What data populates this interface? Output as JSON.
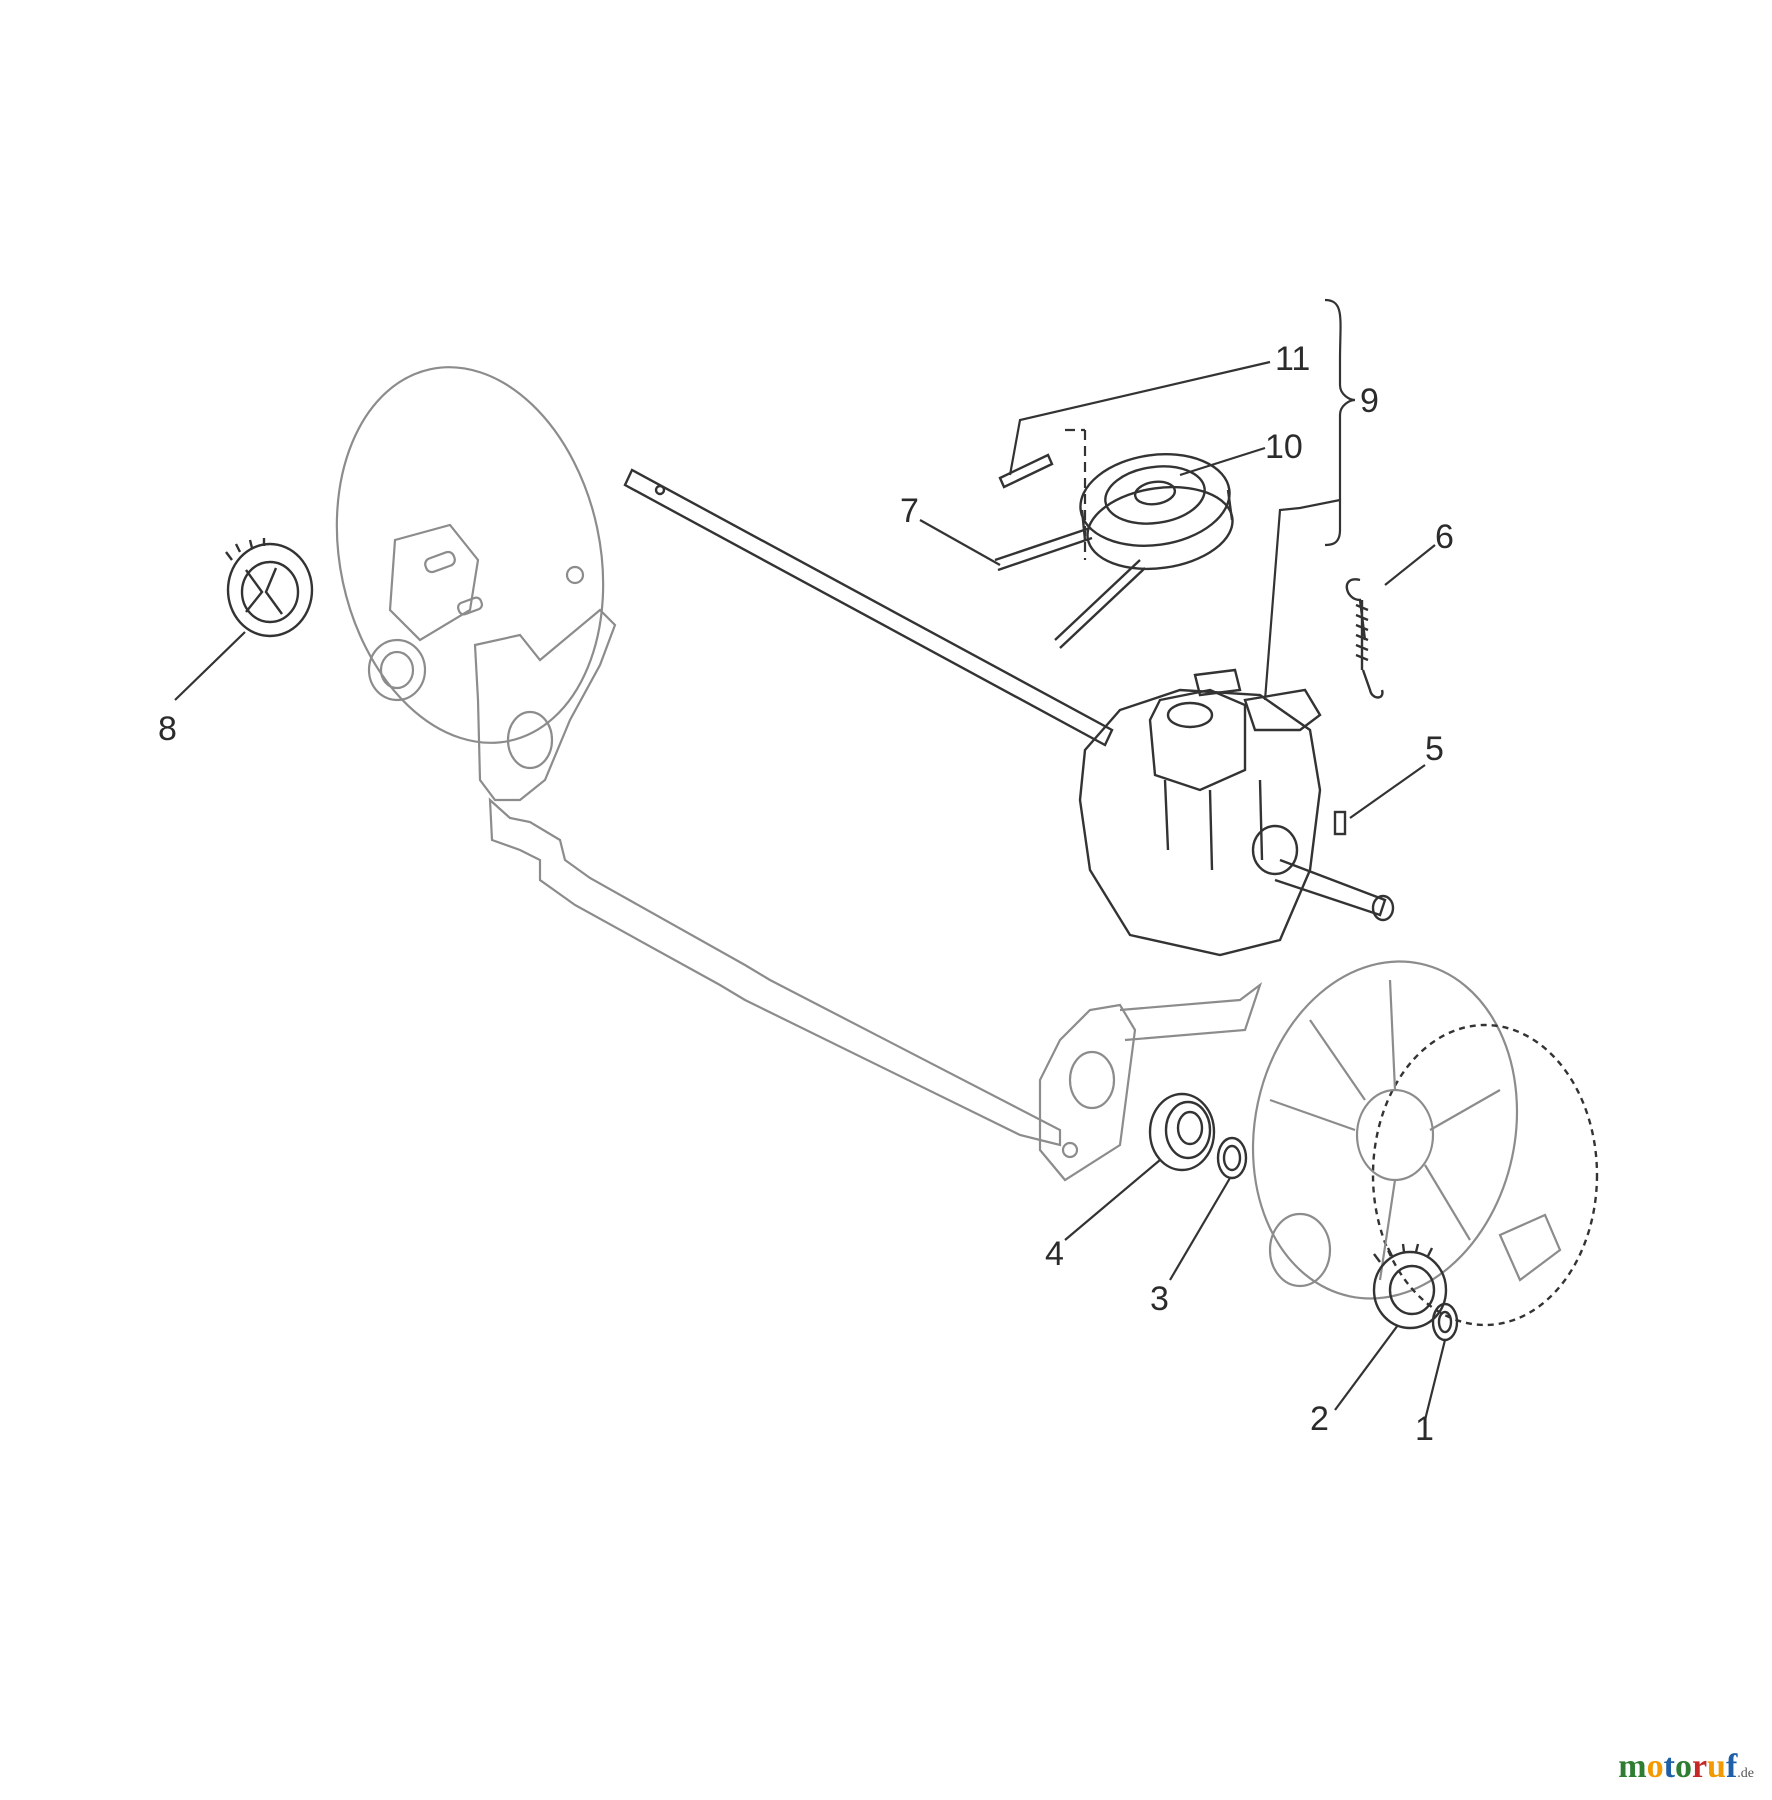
{
  "diagram": {
    "callouts": [
      "1",
      "2",
      "3",
      "4",
      "5",
      "6",
      "7",
      "8",
      "9",
      "10",
      "11"
    ]
  },
  "watermark": {
    "letters": [
      {
        "ch": "m",
        "color": "#2e7d32"
      },
      {
        "ch": "o",
        "color": "#f29a00"
      },
      {
        "ch": "t",
        "color": "#1f5fa8"
      },
      {
        "ch": "o",
        "color": "#2e7d32"
      },
      {
        "ch": "r",
        "color": "#c62828"
      },
      {
        "ch": "u",
        "color": "#f29a00"
      },
      {
        "ch": "f",
        "color": "#1f5fa8"
      }
    ],
    "suffix": ".de"
  }
}
